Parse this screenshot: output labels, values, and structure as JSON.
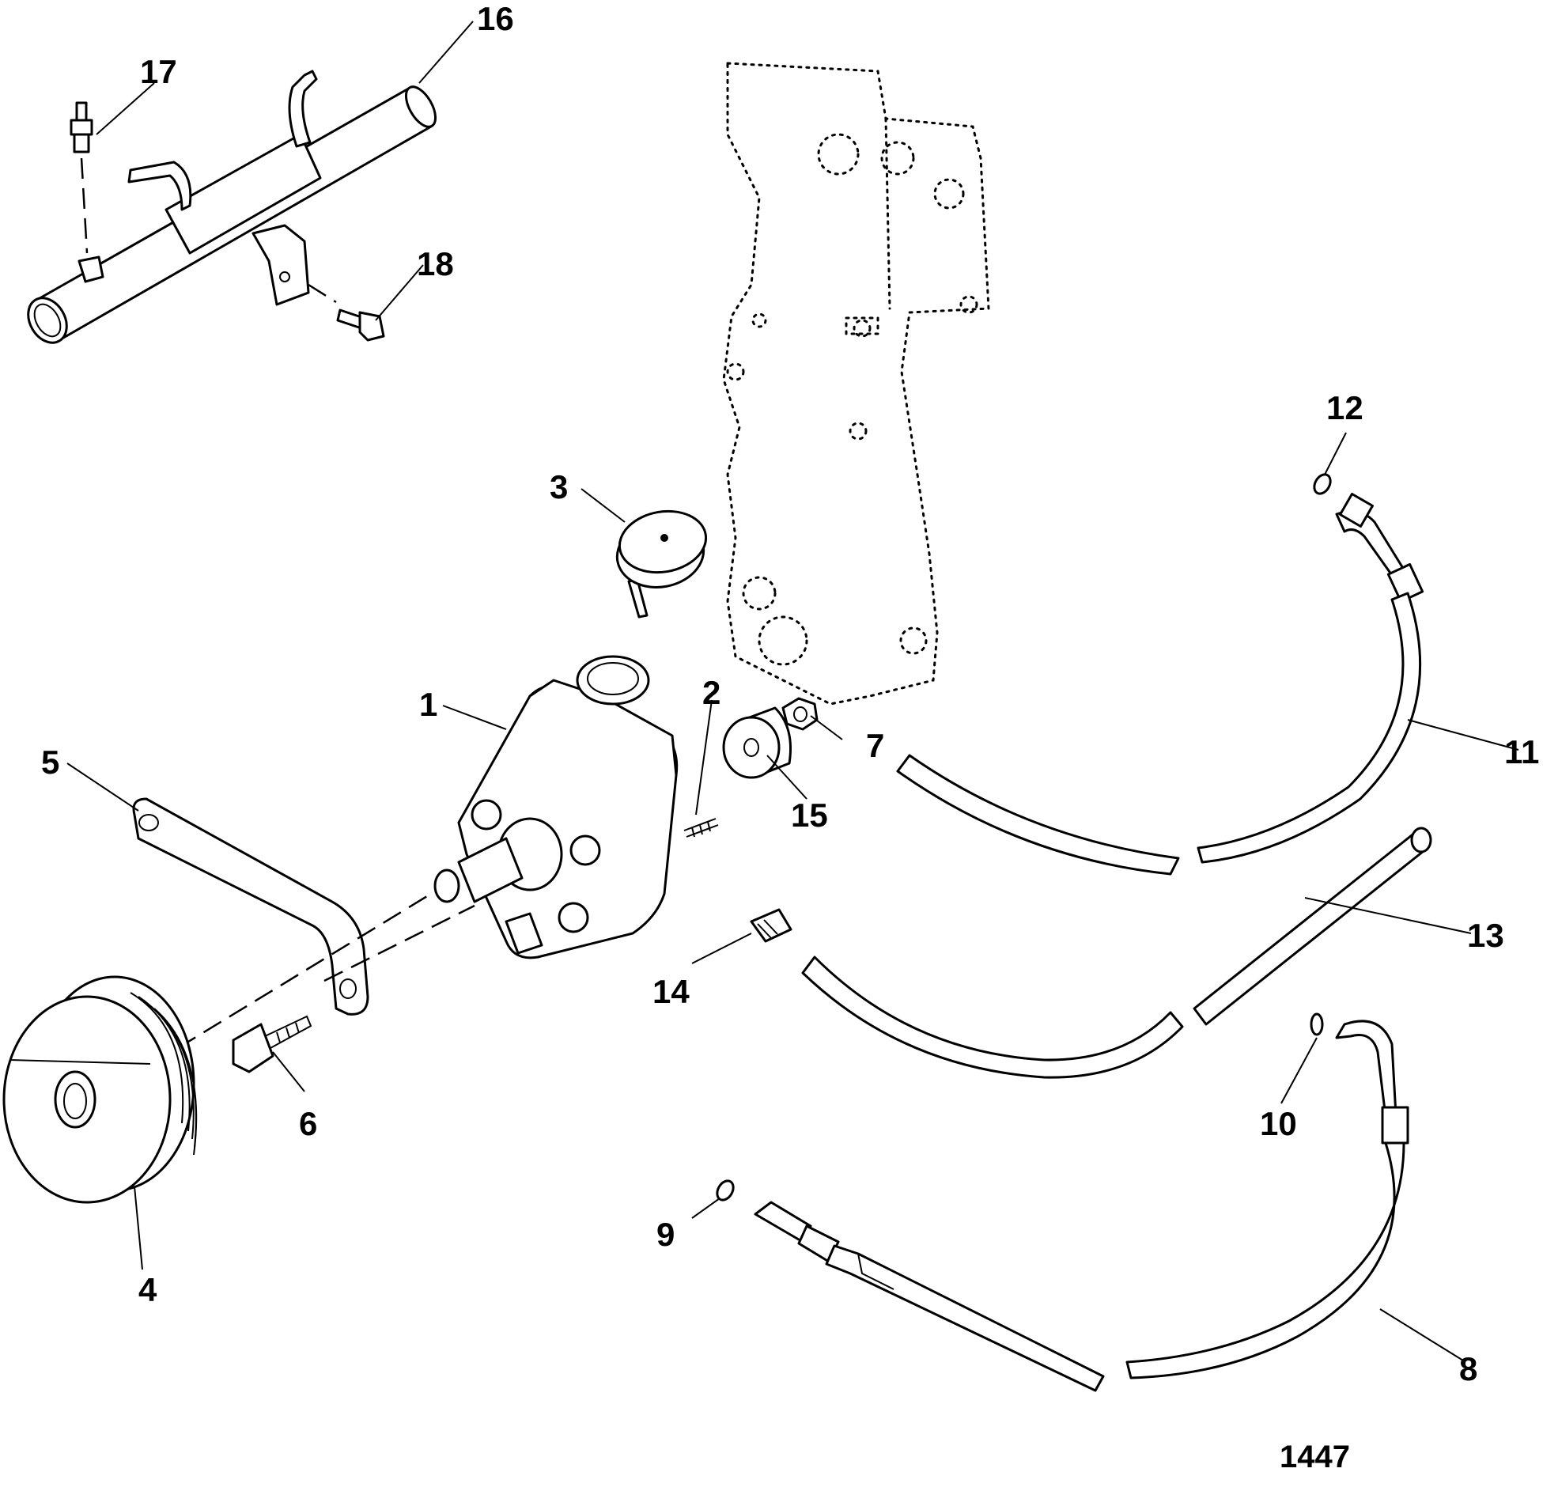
{
  "diagram": {
    "figure_number": "1447",
    "callouts": [
      {
        "id": "c1",
        "label": "1"
      },
      {
        "id": "c2",
        "label": "2"
      },
      {
        "id": "c3",
        "label": "3"
      },
      {
        "id": "c4",
        "label": "4"
      },
      {
        "id": "c5",
        "label": "5"
      },
      {
        "id": "c6",
        "label": "6"
      },
      {
        "id": "c7",
        "label": "7"
      },
      {
        "id": "c8",
        "label": "8"
      },
      {
        "id": "c9",
        "label": "9"
      },
      {
        "id": "c10",
        "label": "10"
      },
      {
        "id": "c11",
        "label": "11"
      },
      {
        "id": "c12",
        "label": "12"
      },
      {
        "id": "c13",
        "label": "13"
      },
      {
        "id": "c14",
        "label": "14"
      },
      {
        "id": "c15",
        "label": "15"
      },
      {
        "id": "c16",
        "label": "16"
      },
      {
        "id": "c17",
        "label": "17"
      },
      {
        "id": "c18",
        "label": "18"
      }
    ]
  }
}
